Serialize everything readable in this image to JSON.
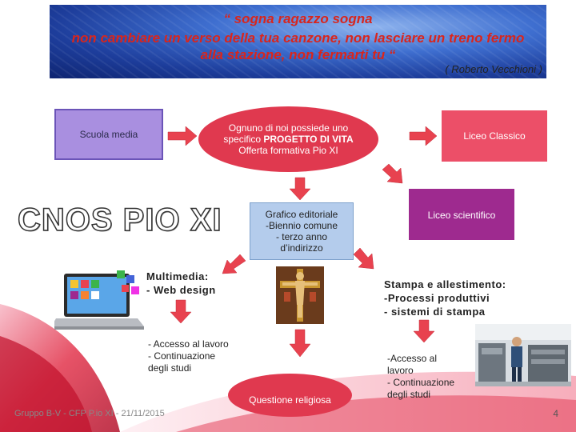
{
  "quote": {
    "line1": "“ sogna ragazzo sogna",
    "line2": "non cambiare un verso della tua canzone, non lasciare un treno fermo",
    "line3": "alla stazione, non fermarti tu “",
    "author": "( Roberto Vecchioni )"
  },
  "nodes": {
    "scuola_media": "Scuola media",
    "ognuno": {
      "line1": "Ognuno di noi possiede  uno",
      "line2_prefix": "specifico ",
      "line2_bold": "PROGETTO DI VITA",
      "line3": "Offerta formativa Pio XI"
    },
    "liceo_classico": "Liceo Classico",
    "liceo_scientifico": "Liceo scientifico",
    "grafico": {
      "line1": "Grafico editoriale",
      "line2": "-Biennio comune",
      "line3": "- terzo anno",
      "line4": "d’indirizzo"
    },
    "multimedia": {
      "line1": "Multimedia:",
      "line2": "- Web design"
    },
    "stampa": {
      "line1": "Stampa e allestimento:",
      "line2": "-Processi produttivi",
      "line3": "-  sistemi di stampa"
    },
    "accesso_left": {
      "line1": "- Accesso al lavoro",
      "line2": "- Continuazione",
      "line3": "degli studi"
    },
    "accesso_right": {
      "line1": "-Accesso al",
      "line2": "lavoro",
      "line3": "- Continuazione",
      "line4": "degli studi"
    },
    "religiosa": "Questione religiosa"
  },
  "title": "CNOS PIO XI",
  "footer": "Gruppo B-V - CFP P.io XI - 21/11/2015",
  "slide_number": "4",
  "colors": {
    "arrow_fill": "#e8424f",
    "quote_text": "#d9251c",
    "accent_purple": "#9e2a8f",
    "accent_pink": "#ec4f68"
  },
  "icons": [
    "laptop-apps-icon",
    "crucifix-icon",
    "printing-press-photo"
  ]
}
